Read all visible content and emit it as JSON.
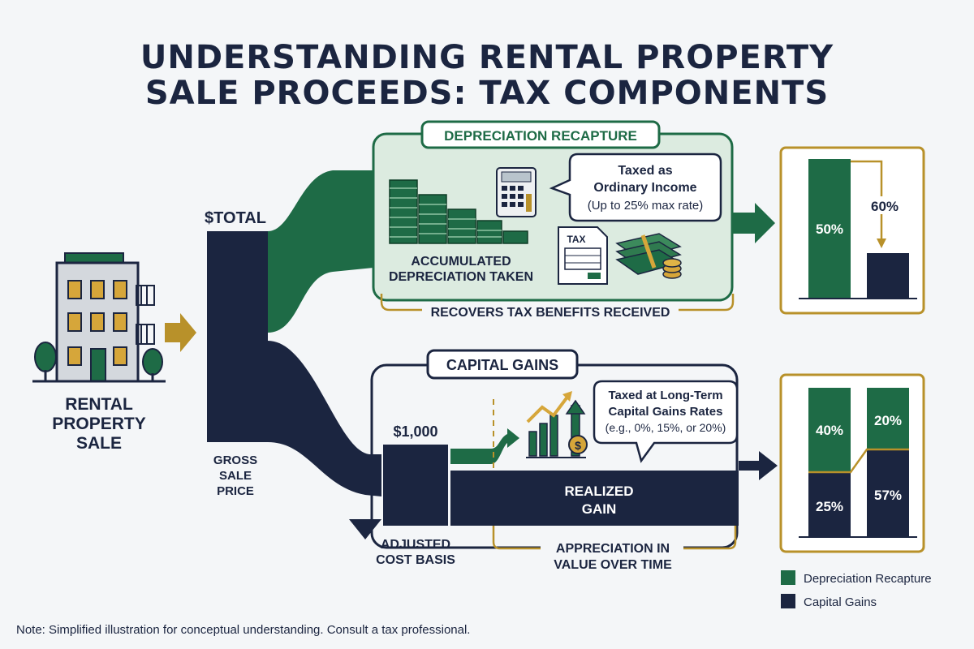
{
  "title": {
    "line1": "UNDERSTANDING RENTAL PROPERTY",
    "line2": "SALE PROCEEDS: TAX COMPONENTS"
  },
  "property": {
    "label_line1": "RENTAL",
    "label_line2": "PROPERTY",
    "label_line3": "SALE"
  },
  "gross": {
    "amount": "$TOTAL",
    "label_line1": "GROSS",
    "label_line2": "SALE",
    "label_line3": "PRICE"
  },
  "depreciation": {
    "heading": "DEPRECIATION RECAPTURE",
    "bubble_line1": "Taxed as",
    "bubble_line2": "Ordinary Income",
    "bubble_line3": "(Up to 25% max rate)",
    "label_line1": "ACCUMULATED",
    "label_line2": "DEPRECIATION TAKEN",
    "tax_form_label": "TAX",
    "bracket_caption": "RECOVERS TAX BENEFITS RECEIVED"
  },
  "capital_gains": {
    "heading": "CAPITAL GAINS",
    "basis_amount": "$1,000",
    "basis_label_line1": "ADJUSTED",
    "basis_label_line2": "COST BASIS",
    "realized_line1": "REALIZED",
    "realized_line2": "GAIN",
    "bubble_line1": "Taxed at Long-Term",
    "bubble_line2": "Capital Gains Rates",
    "bubble_line3": "(e.g., 0%, 15%, or 20%)",
    "appreciation_line1": "APPRECIATION IN",
    "appreciation_line2": "VALUE OVER TIME"
  },
  "top_chart": {
    "bar1_label": "50%",
    "bar2_label": "60%"
  },
  "bottom_chart": {
    "left_top": "40%",
    "left_bottom": "25%",
    "right_top": "20%",
    "right_bottom": "57%"
  },
  "legend": {
    "item1": "Depreciation Recapture",
    "item2": "Capital Gains"
  },
  "note": "Note: Simplified illustration for conceptual understanding. Consult a tax professional.",
  "colors": {
    "navy": "#1b2540",
    "green": "#1e6b46",
    "gold": "#b8912a",
    "light_green": "#dcebe0",
    "background": "#f4f6f8"
  }
}
